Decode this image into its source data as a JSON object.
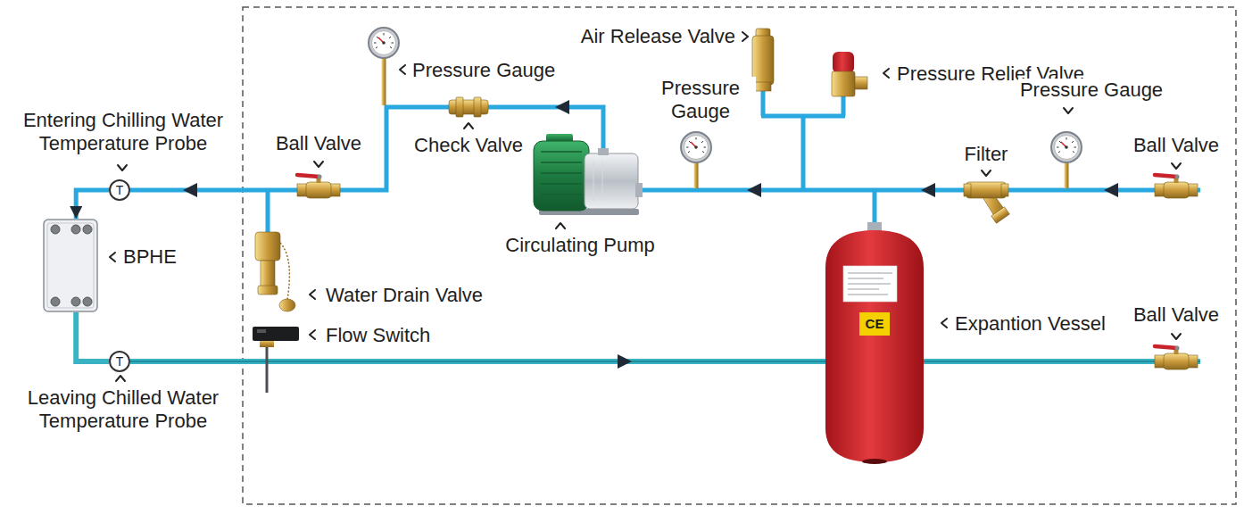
{
  "diagram": {
    "nodes": [
      {
        "text": [
          "T"
        ]
      },
      {
        "text": [
          "BPHE"
        ]
      },
      {
        "text": [
          "T"
        ]
      }
    ],
    "edges": [
      {
        "from": 0,
        "to": 1,
        "arrow": "to"
      },
      {
        "from": 1,
        "to": 2,
        "arrow": "none"
      }
    ],
    "labels": [
      "Air Release Valve",
      "Pressure Gauge",
      "Pressure Relief Valve",
      "Entering Chilling Water Temperature Probe",
      "Pressure Gauge",
      "Pressure Gauge",
      "Ball Valve",
      "Check Valve",
      "Filter",
      "Ball Valve",
      "Circulating Pump",
      "Water Drain Valve",
      "CE",
      "Expantion Vessel",
      "Flow Switch",
      "Ball Valve",
      "Leaving Chilled Water Temperature Probe"
    ]
  }
}
